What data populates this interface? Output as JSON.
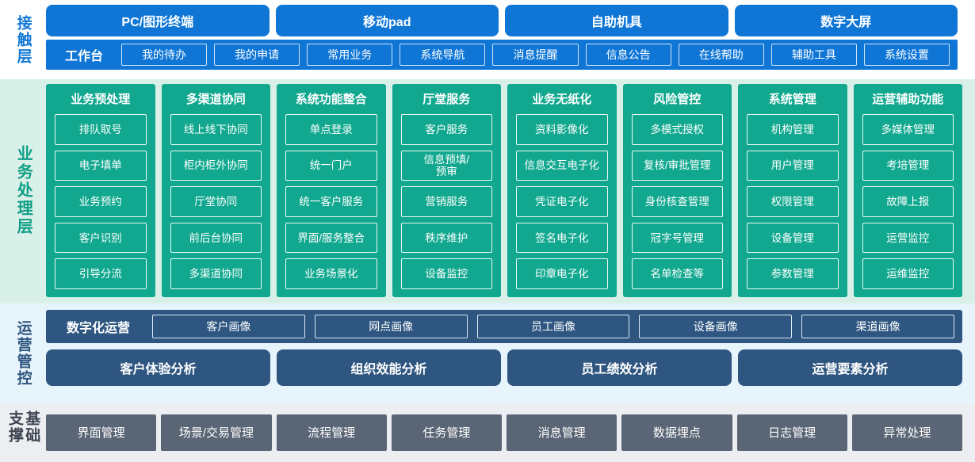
{
  "layers": {
    "contact": {
      "label": "接触层",
      "accent": "#0f76d6",
      "channels": [
        {
          "label": "PC/图形终端"
        },
        {
          "label": "移动pad"
        },
        {
          "label": "自助机具"
        },
        {
          "label": "数字大屏"
        }
      ],
      "workbench": {
        "title": "工作台",
        "items": [
          {
            "label": "我的待办"
          },
          {
            "label": "我的申请"
          },
          {
            "label": "常用业务"
          },
          {
            "label": "系统导航"
          },
          {
            "label": "消息提醒"
          },
          {
            "label": "信息公告"
          },
          {
            "label": "在线帮助"
          },
          {
            "label": "辅助工具"
          },
          {
            "label": "系统设置"
          }
        ]
      }
    },
    "business": {
      "label": "业务处理层",
      "accent": "#11a88f",
      "background": "#d9f0e8",
      "columns": [
        {
          "title": "业务预处理",
          "items": [
            {
              "label": "排队取号"
            },
            {
              "label": "电子填单"
            },
            {
              "label": "业务预约"
            },
            {
              "label": "客户识别"
            },
            {
              "label": "引导分流"
            }
          ]
        },
        {
          "title": "多渠道协同",
          "items": [
            {
              "label": "线上线下协同"
            },
            {
              "label": "柜内柜外协同"
            },
            {
              "label": "厅堂协同"
            },
            {
              "label": "前后台协同"
            },
            {
              "label": "多渠道协同"
            }
          ]
        },
        {
          "title": "系统功能整合",
          "items": [
            {
              "label": "单点登录"
            },
            {
              "label": "统一门户"
            },
            {
              "label": "统一客户服务"
            },
            {
              "label": "界面/服务整合"
            },
            {
              "label": "业务场景化"
            }
          ]
        },
        {
          "title": "厅堂服务",
          "items": [
            {
              "label": "客户服务"
            },
            {
              "label": "信息预填/\n预审"
            },
            {
              "label": "营销服务"
            },
            {
              "label": "秩序维护"
            },
            {
              "label": "设备监控"
            }
          ]
        },
        {
          "title": "业务无纸化",
          "items": [
            {
              "label": "资料影像化"
            },
            {
              "label": "信息交互电子化"
            },
            {
              "label": "凭证电子化"
            },
            {
              "label": "签名电子化"
            },
            {
              "label": "印章电子化"
            }
          ]
        },
        {
          "title": "风险管控",
          "items": [
            {
              "label": "多模式授权"
            },
            {
              "label": "复核/审批管理"
            },
            {
              "label": "身份核查管理"
            },
            {
              "label": "冠字号管理"
            },
            {
              "label": "名单检查等"
            }
          ]
        },
        {
          "title": "系统管理",
          "items": [
            {
              "label": "机构管理"
            },
            {
              "label": "用户管理"
            },
            {
              "label": "权限管理"
            },
            {
              "label": "设备管理"
            },
            {
              "label": "参数管理"
            }
          ]
        },
        {
          "title": "运营辅助功能",
          "items": [
            {
              "label": "多媒体管理"
            },
            {
              "label": "考培管理"
            },
            {
              "label": "故障上报"
            },
            {
              "label": "运营监控"
            },
            {
              "label": "运维监控"
            }
          ]
        }
      ]
    },
    "operations": {
      "label": "运营管控",
      "accent": "#2e5680",
      "background": "#e8f4fb",
      "digital_ops": {
        "title": "数字化运营",
        "chips": [
          {
            "label": "客户画像"
          },
          {
            "label": "网点画像"
          },
          {
            "label": "员工画像"
          },
          {
            "label": "设备画像"
          },
          {
            "label": "渠道画像"
          }
        ]
      },
      "analysis": [
        {
          "label": "客户体验分析"
        },
        {
          "label": "组织效能分析"
        },
        {
          "label": "员工绩效分析"
        },
        {
          "label": "运营要素分析"
        }
      ]
    },
    "foundation": {
      "label": "基础支撑",
      "accent": "#5a6575",
      "background": "#eceef1",
      "items": [
        {
          "label": "界面管理"
        },
        {
          "label": "场景/交易管理"
        },
        {
          "label": "流程管理"
        },
        {
          "label": "任务管理"
        },
        {
          "label": "消息管理"
        },
        {
          "label": "数据埋点"
        },
        {
          "label": "日志管理"
        },
        {
          "label": "异常处理"
        }
      ]
    }
  }
}
